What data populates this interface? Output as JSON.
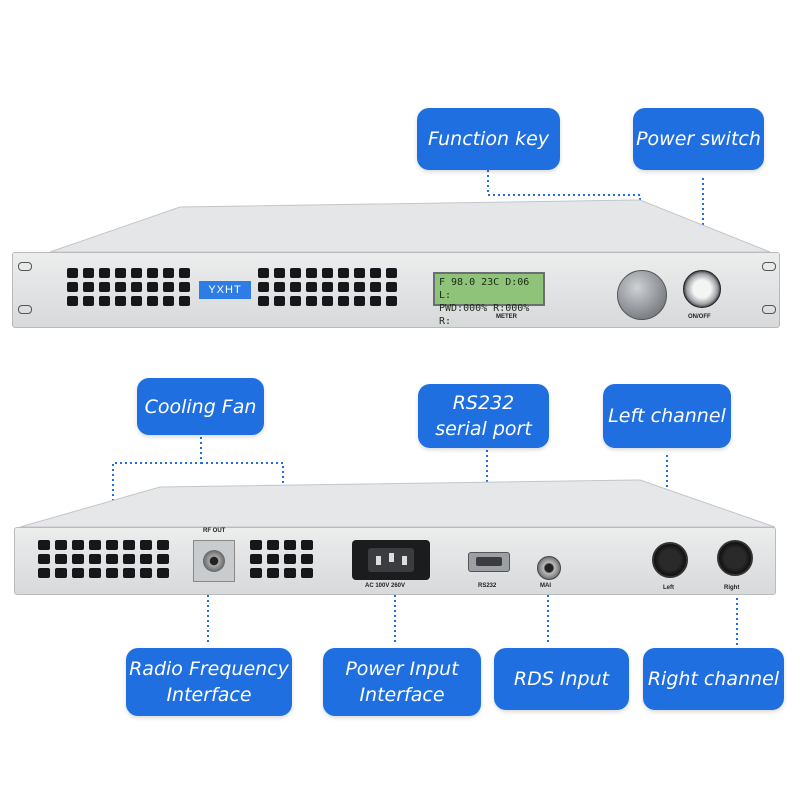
{
  "device": {
    "brand": "YXHT",
    "lcd_line1": "F 98.0 23C D:06 L:",
    "lcd_line2": "PWD:000% R:000% R:",
    "meter_label": "METER",
    "onoff_label": "ON/OFF",
    "rf_out_label": "RF OUT",
    "ac_label": "AC  100V  260V",
    "rs232_label": "RS232",
    "mai_label": "MAI",
    "left_label": "Left",
    "right_label": "Right"
  },
  "callouts": {
    "function_key": "Function key",
    "power_switch": "Power switch",
    "cooling_fan": "Cooling Fan",
    "rs232": "RS232\nserial port",
    "left_channel": "Left channel",
    "radio_frequency": "Radio Frequency\nInterface",
    "power_input": "Power Input\nInterface",
    "rds_input": "RDS Input",
    "right_channel": "Right channel"
  },
  "colors": {
    "callout_blue": "#1f6fe0",
    "lcd_green": "#8fc37a",
    "panel_silver": "#dcdedf"
  }
}
